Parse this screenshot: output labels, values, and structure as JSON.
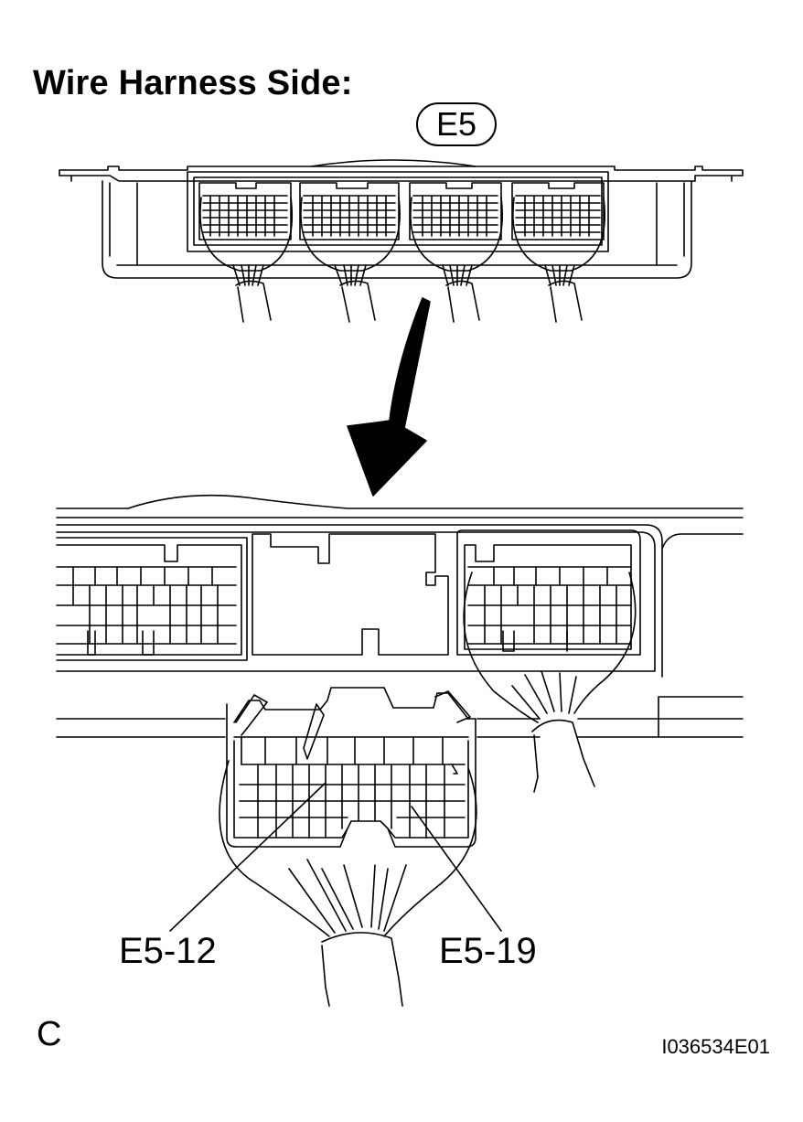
{
  "heading": "Wire Harness Side:",
  "connector_tag": "E5",
  "pin_labels": {
    "left": "E5-12",
    "right": "E5-19"
  },
  "corner_letter": "C",
  "figure_id": "I036534E01"
}
